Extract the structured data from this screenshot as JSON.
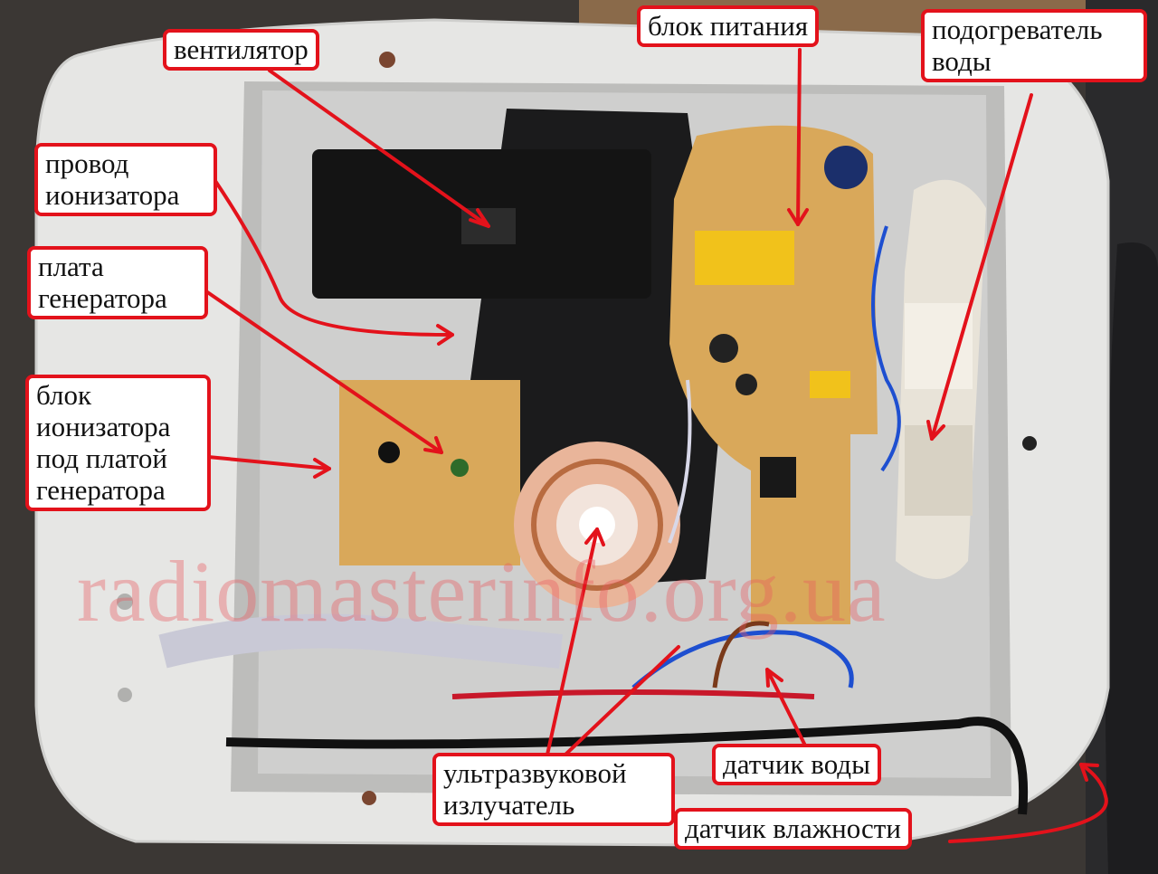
{
  "labels": {
    "fan": "вентилятор",
    "power_supply": "блок питания",
    "water_heater": [
      "подогреватель",
      "воды"
    ],
    "ionizer_wire": [
      "провод",
      "ионизатора"
    ],
    "generator_board": [
      "плата",
      "генератора"
    ],
    "ionizer_block": [
      "блок",
      "ионизатора",
      "под платой",
      "генератора"
    ],
    "ultrasonic_emitter": [
      "ультразвуковой",
      "излучатель"
    ],
    "water_sensor": "датчик воды",
    "humidity_sensor": "датчик влажности"
  },
  "watermark": "radiomasterinfo.org.ua",
  "colors": {
    "label_border": "#e3121b",
    "arrow": "#e3121b",
    "housing": "#e9e9e7",
    "board": "#d9a85a"
  }
}
